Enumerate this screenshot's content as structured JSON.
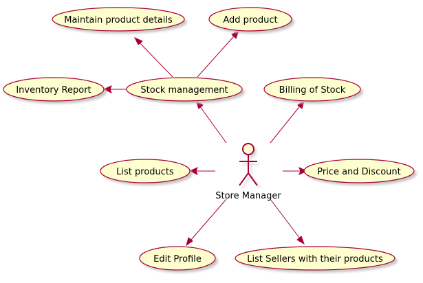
{
  "actor": {
    "name": "Store Manager"
  },
  "use_cases": {
    "maintain_product_details": "Maintain product details",
    "add_product": "Add product",
    "inventory_report": "Inventory Report",
    "stock_management": "Stock management",
    "billing_of_stock": "Billing of Stock",
    "list_products": "List products",
    "price_and_discount": "Price and Discount",
    "edit_profile": "Edit Profile",
    "list_sellers": "List Sellers with their products"
  },
  "colors": {
    "use_case_fill": "#FEFECE",
    "border": "#A80036",
    "shadow": "#C8C8C8"
  }
}
